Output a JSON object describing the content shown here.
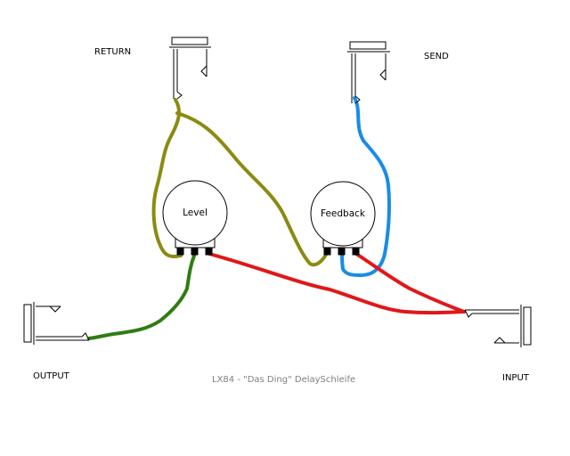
{
  "labels": {
    "return": "RETURN",
    "send": "SEND",
    "output": "OUTPUT",
    "input": "INPUT"
  },
  "pots": {
    "level": "Level",
    "feedback": "Feedback"
  },
  "caption": "LX84 - \"Das Ding\" DelaySchleife",
  "colors": {
    "wire_olive": "#8b8b12",
    "wire_blue": "#1a8ce6",
    "wire_red": "#e01818",
    "wire_green": "#2f7d12",
    "caption_gray": "#7f7f7f"
  }
}
